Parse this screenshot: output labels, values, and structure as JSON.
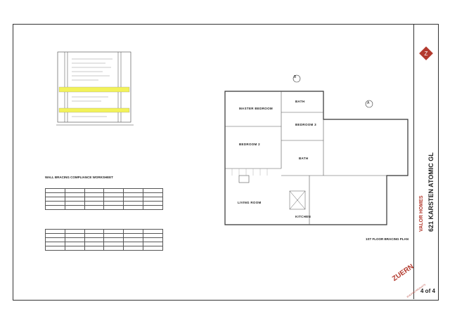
{
  "sheet": {
    "title_brand": "VALOR HOMES",
    "address": "621 KARSTEN ATOMIC GL",
    "sheet_number": "4",
    "sheet_total": "4",
    "company": "ZUERN",
    "company_tagline": "BUILDING PRODUCTS"
  },
  "compliance": {
    "title": "WALL BRACING COMPLIANCE WORKSHEET"
  },
  "plan": {
    "title": "1ST FLOOR BRACING PLAN",
    "label_b": "B",
    "label_a": "A",
    "rooms": {
      "master_bedroom": "MASTER BEDROOM",
      "bath_top": "BATH",
      "bedroom_3": "BEDROOM 3",
      "bedroom_2": "BEDROOM 2",
      "bath": "BATH",
      "living_room": "LIVING ROOM",
      "kitchen": "KITCHEN"
    }
  },
  "colors": {
    "highlight": "#f2f25a",
    "brand_red": "#b33a2e"
  }
}
